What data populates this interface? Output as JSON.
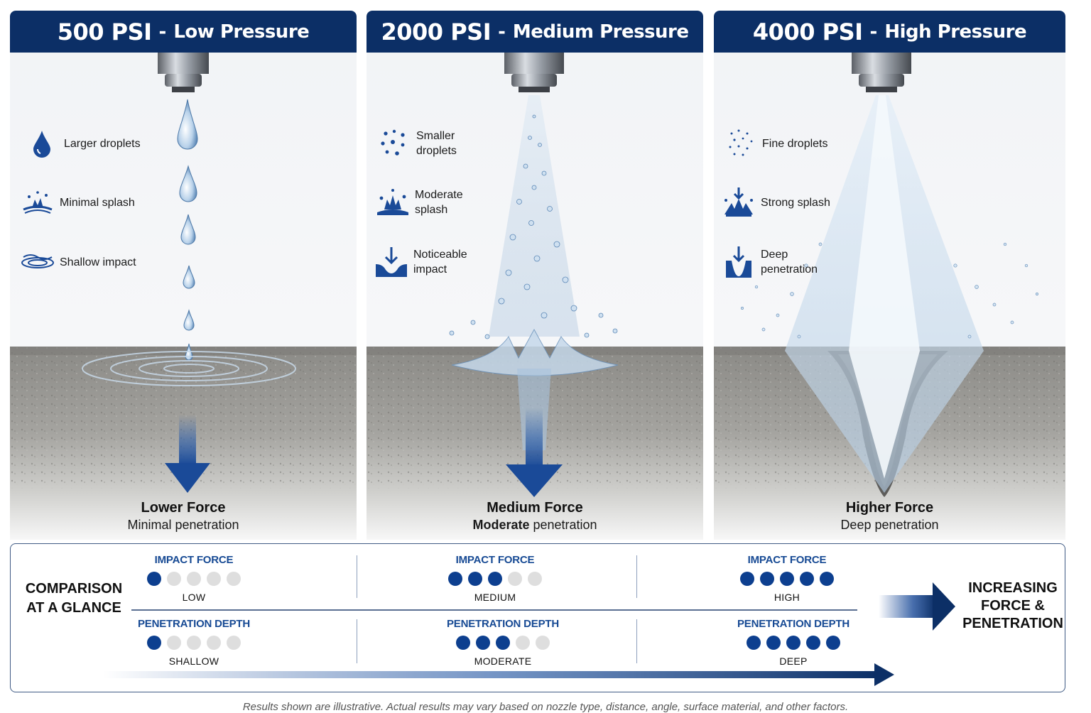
{
  "panels": [
    {
      "psi": "500 PSI",
      "sep": "-",
      "level": "Low Pressure",
      "features": [
        {
          "icon": "large-droplet-icon",
          "label": "Larger droplets"
        },
        {
          "icon": "minimal-splash-icon",
          "label": "Minimal splash"
        },
        {
          "icon": "shallow-ripple-icon",
          "label": "Shallow impact"
        }
      ],
      "caption_title": "Lower Force",
      "caption_sub_bold": "",
      "caption_sub": "Minimal penetration"
    },
    {
      "psi": "2000 PSI",
      "sep": "-",
      "level": "Medium Pressure",
      "features": [
        {
          "icon": "small-droplets-icon",
          "label": "Smaller droplets"
        },
        {
          "icon": "moderate-splash-icon",
          "label": "Moderate splash"
        },
        {
          "icon": "impact-arrow-icon",
          "label": "Noticeable impact"
        }
      ],
      "caption_title": "Medium Force",
      "caption_sub_bold": "Moderate",
      "caption_sub": " penetration"
    },
    {
      "psi": "4000 PSI",
      "sep": "-",
      "level": "High Pressure",
      "features": [
        {
          "icon": "fine-droplets-icon",
          "label": "Fine droplets"
        },
        {
          "icon": "strong-splash-icon",
          "label": "Strong splash"
        },
        {
          "icon": "deep-penetration-icon",
          "label": "Deep penetration"
        }
      ],
      "caption_title": "Higher Force",
      "caption_sub_bold": "",
      "caption_sub": "Deep penetration"
    }
  ],
  "comparison": {
    "title": "COMPARISON AT A GLANCE",
    "impact_label": "IMPACT FORCE",
    "depth_label": "PENETRATION DEPTH",
    "max_dots": 5,
    "columns": [
      {
        "impact_level": 1,
        "impact_value": "LOW",
        "depth_level": 1,
        "depth_value": "SHALLOW"
      },
      {
        "impact_level": 3,
        "impact_value": "MEDIUM",
        "depth_level": 3,
        "depth_value": "MODERATE"
      },
      {
        "impact_level": 5,
        "impact_value": "HIGH",
        "depth_level": 5,
        "depth_value": "DEEP"
      }
    ],
    "increasing_label": "INCREASING FORCE & PENETRATION"
  },
  "footnote": "Results shown are illustrative. Actual results may vary based on nozzle type, distance, angle, surface material, and other factors.",
  "colors": {
    "navy": "#0c2f66",
    "accent_blue": "#174a94",
    "dot_on": "#0d3f8f",
    "dot_off": "#dedede",
    "concrete": "#8f8e8a"
  }
}
